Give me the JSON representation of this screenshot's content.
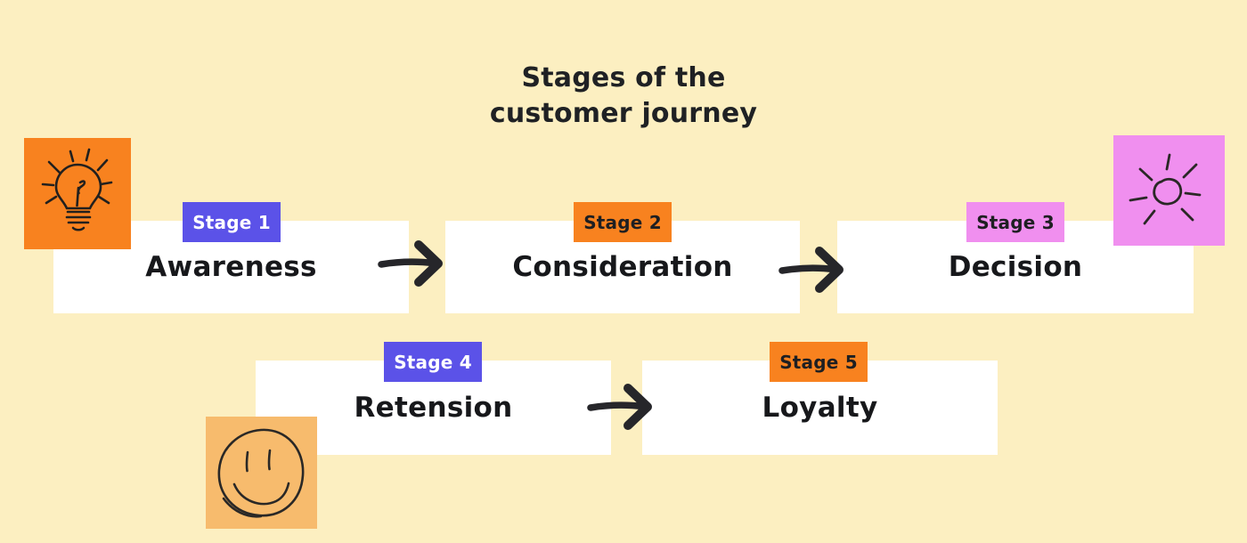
{
  "title": {
    "line1": "Stages of the",
    "line2": "customer journey"
  },
  "colors": {
    "background": "#FCEFC1",
    "card": "#FFFFFF",
    "purple": "#5B52E8",
    "orange": "#F8821F",
    "pink": "#F08FEF",
    "peach": "#F7BB6D",
    "ink": "#1F2124",
    "arrow": "#26262A"
  },
  "stages": [
    {
      "badge_label": "Stage 1",
      "name": "Awareness",
      "badge_color": "#5B52E8",
      "badge_text_color": "#FFFFFF"
    },
    {
      "badge_label": "Stage 2",
      "name": "Consideration",
      "badge_color": "#F8821F",
      "badge_text_color": "#1E1F22"
    },
    {
      "badge_label": "Stage 3",
      "name": "Decision",
      "badge_color": "#F08FEF",
      "badge_text_color": "#1E1F22"
    },
    {
      "badge_label": "Stage 4",
      "name": "Retension",
      "badge_color": "#5B52E8",
      "badge_text_color": "#FFFFFF"
    },
    {
      "badge_label": "Stage 5",
      "name": "Loyalty",
      "badge_color": "#F8821F",
      "badge_text_color": "#1E1F22"
    }
  ],
  "stickers": [
    {
      "icon": "lightbulb-doodle",
      "color": "#F8821F"
    },
    {
      "icon": "sun-doodle",
      "color": "#F08FEF"
    },
    {
      "icon": "smiley-face-doodle",
      "color": "#F7BB6D"
    }
  ]
}
